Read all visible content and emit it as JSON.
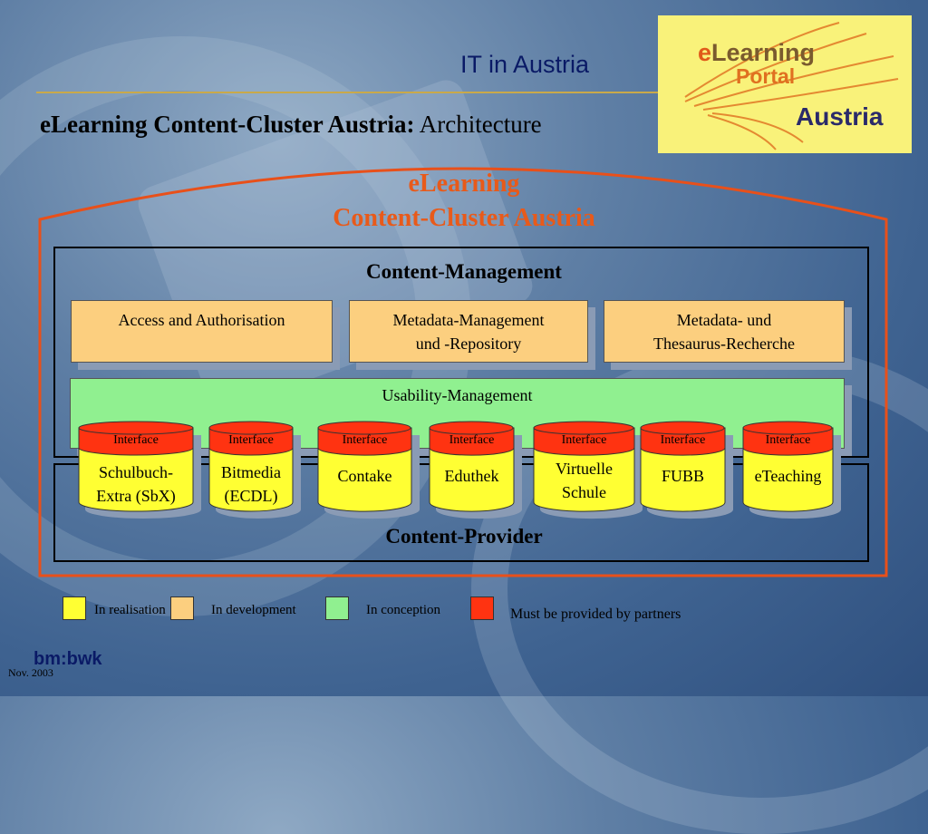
{
  "header": {
    "title": "IT in Austria",
    "subtitle_bold": "eLearning Content-Cluster Austria:",
    "subtitle_rest": " Architecture"
  },
  "logo": {
    "line1_e": "e",
    "line1_rest": "Learning",
    "line2": "Portal",
    "line3": "Austria"
  },
  "cluster": {
    "title_line1": "eLearning",
    "title_line2": "Content-Cluster Austria"
  },
  "management": {
    "label": "Content-Management",
    "boxes": [
      {
        "line1": "Access and Authorisation",
        "line2": ""
      },
      {
        "line1": "Metadata-Management",
        "line2": "und -Repository"
      },
      {
        "line1": "Metadata- und",
        "line2": "Thesaurus-Recherche"
      }
    ],
    "usability": "Usability-Management"
  },
  "provider": {
    "label": "Content-Provider",
    "items": [
      {
        "interface": "Interface",
        "line1": "Schulbuch-",
        "line2": "Extra (SbX)"
      },
      {
        "interface": "Interface",
        "line1": "Bitmedia",
        "line2": "(ECDL)"
      },
      {
        "interface": "Interface",
        "line1": "Contake",
        "line2": ""
      },
      {
        "interface": "Interface",
        "line1": "Eduthek",
        "line2": ""
      },
      {
        "interface": "Interface",
        "line1": "Virtuelle",
        "line2": "Schule"
      },
      {
        "interface": "Interface",
        "line1": "FUBB",
        "line2": ""
      },
      {
        "interface": "Interface",
        "line1": "eTeaching",
        "line2": ""
      }
    ]
  },
  "legend": [
    {
      "label": "In realisation",
      "color": "#ffff33"
    },
    {
      "label": "In development",
      "color": "#fccf7f"
    },
    {
      "label": "In conception",
      "color": "#90f090"
    },
    {
      "label": "Must be provided by partners",
      "color": "#ff3311"
    }
  ],
  "footer": {
    "org": "bm:bwk",
    "date": "Nov. 2003"
  },
  "colors": {
    "cluster_outline": "#e8501a",
    "interface_red": "#ff3311",
    "cylinder_yellow": "#ffff33"
  }
}
